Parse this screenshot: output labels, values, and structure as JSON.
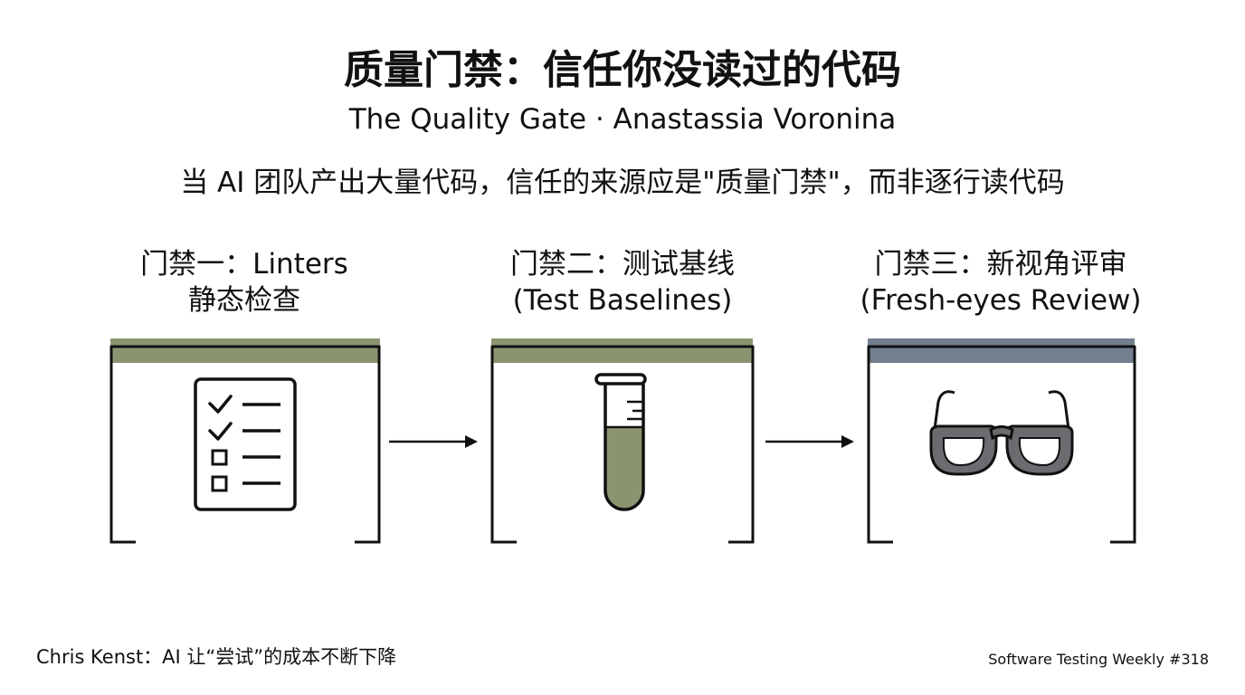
{
  "header": {
    "title": "质量门禁：信任你没读过的代码",
    "subtitle": "The Quality Gate · Anastassia Voronina",
    "thesis": "当 AI 团队产出大量代码，信任的来源应是\"质量门禁\"，而非逐行读代码"
  },
  "gates": [
    {
      "line1": "门禁一：Linters",
      "line2": "静态检查",
      "bar_color": "#8a9570",
      "icon": "checklist-icon"
    },
    {
      "line1": "门禁二：测试基线",
      "line2": "(Test Baselines)",
      "bar_color": "#8a9570",
      "icon": "test-tube-icon"
    },
    {
      "line1": "门禁三：新视角评审",
      "line2": "(Fresh-eyes Review)",
      "bar_color": "#737f8f",
      "icon": "glasses-icon"
    }
  ],
  "colors": {
    "liquid": "#8a9570",
    "glasses": "#6a6c70"
  },
  "footer": {
    "quote": "Chris Kenst：AI 让“尝试”的成本不断下降",
    "source": "Software Testing Weekly #318"
  }
}
